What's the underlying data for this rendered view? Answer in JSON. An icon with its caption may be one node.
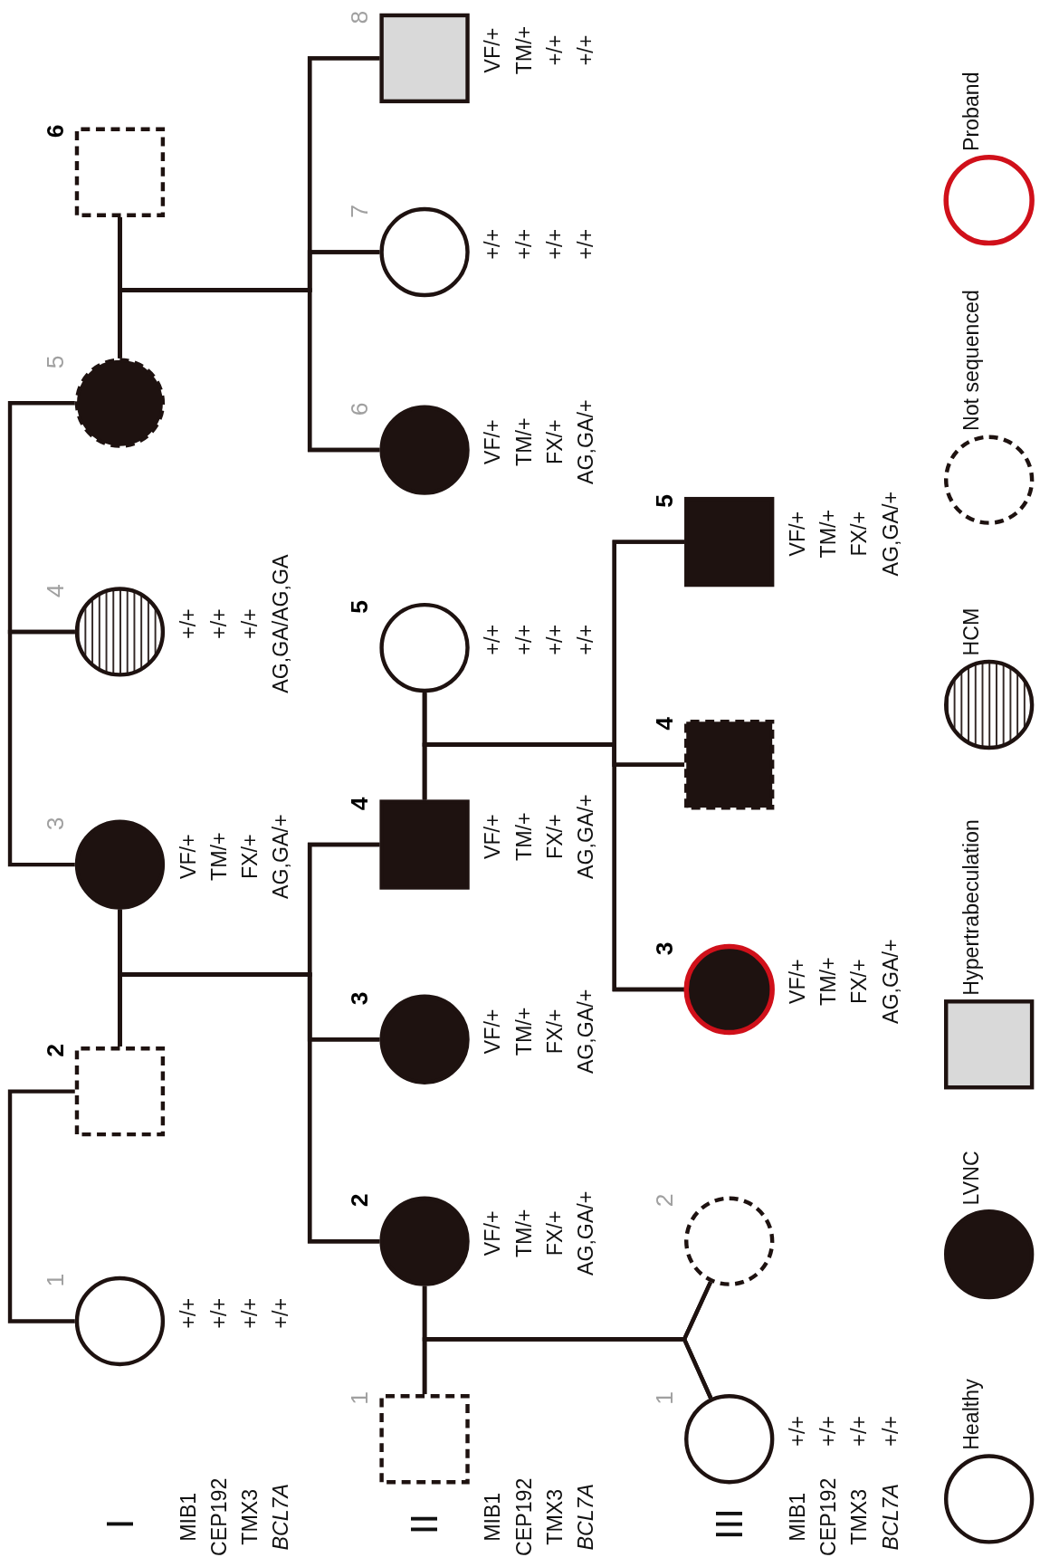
{
  "diagram": {
    "nodes": [
      {
        "text": [
          "1"
        ],
        "beside": [
          "+/+",
          "+/+",
          "+/+",
          "+/+"
        ]
      },
      {
        "text": [
          "2"
        ]
      },
      {
        "text": [
          "3"
        ],
        "beside": [
          "VF/+",
          "TM/+",
          "FX/+",
          "AG,GA/+"
        ]
      },
      {
        "text": [
          "4"
        ],
        "beside": [
          "+/+",
          "+/+",
          "+/+",
          "AG,GA/AG,GA"
        ]
      },
      {
        "text": [
          "5"
        ]
      },
      {
        "text": [
          "6"
        ]
      },
      {
        "text": [
          "1"
        ]
      },
      {
        "text": [
          "2"
        ],
        "beside": [
          "VF/+",
          "TM/+",
          "FX/+",
          "AG,GA/+"
        ]
      },
      {
        "text": [
          "3"
        ],
        "beside": [
          "VF/+",
          "TM/+",
          "FX/+",
          "AG,GA/+"
        ]
      },
      {
        "text": [
          "4"
        ],
        "beside": [
          "VF/+",
          "TM/+",
          "FX/+",
          "AG,GA/+"
        ]
      },
      {
        "text": [
          "5"
        ],
        "beside": [
          "+/+",
          "+/+",
          "+/+",
          "+/+"
        ]
      },
      {
        "text": [
          "6"
        ],
        "beside": [
          "VF/+",
          "TM/+",
          "FX/+",
          "AG,GA/+"
        ]
      },
      {
        "text": [
          "7"
        ],
        "beside": [
          "+/+",
          "+/+",
          "+/+",
          "+/+"
        ]
      },
      {
        "text": [
          "8"
        ],
        "beside": [
          "VF/+",
          "TM/+",
          "+/+",
          "+/+"
        ]
      },
      {
        "text": [
          "1"
        ],
        "beside": [
          "+/+",
          "+/+",
          "+/+",
          "+/+"
        ]
      },
      {
        "text": [
          "2"
        ]
      },
      {
        "text": [
          "3"
        ],
        "beside": [
          "VF/+",
          "TM/+",
          "FX/+",
          "AG,GA/+"
        ]
      },
      {
        "text": [
          "4"
        ]
      },
      {
        "text": [
          "5"
        ],
        "beside": [
          "VF/+",
          "TM/+",
          "FX/+",
          "AG,GA/+"
        ]
      }
    ],
    "edges": [
      {
        "from": 0,
        "to": 1,
        "arrow": "none"
      },
      {
        "from": 1,
        "to": 2,
        "arrow": "none"
      },
      {
        "from": 2,
        "to": 3,
        "arrow": "none"
      },
      {
        "from": 3,
        "to": 4,
        "arrow": "none"
      },
      {
        "from": 4,
        "to": 5,
        "arrow": "none"
      },
      {
        "from": 1,
        "to": 7,
        "arrow": "none"
      },
      {
        "from": 2,
        "to": 7,
        "arrow": "none"
      },
      {
        "from": 1,
        "to": 8,
        "arrow": "none"
      },
      {
        "from": 2,
        "to": 8,
        "arrow": "none"
      },
      {
        "from": 1,
        "to": 9,
        "arrow": "none"
      },
      {
        "from": 2,
        "to": 9,
        "arrow": "none"
      },
      {
        "from": 4,
        "to": 11,
        "arrow": "none"
      },
      {
        "from": 5,
        "to": 11,
        "arrow": "none"
      },
      {
        "from": 4,
        "to": 12,
        "arrow": "none"
      },
      {
        "from": 5,
        "to": 12,
        "arrow": "none"
      },
      {
        "from": 4,
        "to": 13,
        "arrow": "none"
      },
      {
        "from": 5,
        "to": 13,
        "arrow": "none"
      },
      {
        "from": 6,
        "to": 7,
        "arrow": "none"
      },
      {
        "from": 9,
        "to": 10,
        "arrow": "none"
      },
      {
        "from": 6,
        "to": 14,
        "arrow": "none"
      },
      {
        "from": 7,
        "to": 14,
        "arrow": "none"
      },
      {
        "from": 6,
        "to": 15,
        "arrow": "none"
      },
      {
        "from": 7,
        "to": 15,
        "arrow": "none"
      },
      {
        "from": 9,
        "to": 16,
        "arrow": "none"
      },
      {
        "from": 10,
        "to": 16,
        "arrow": "none"
      },
      {
        "from": 9,
        "to": 17,
        "arrow": "none"
      },
      {
        "from": 10,
        "to": 17,
        "arrow": "none"
      },
      {
        "from": 9,
        "to": 18,
        "arrow": "none"
      },
      {
        "from": 10,
        "to": 18,
        "arrow": "none"
      }
    ],
    "labels": [
      "I",
      "MIB1",
      "CEP192",
      "TMX3",
      "BCL7A",
      "II",
      "MIB1",
      "CEP192",
      "TMX3",
      "BCL7A",
      "III",
      "MIB1",
      "CEP192",
      "TMX3",
      "BCL7A"
    ],
    "legend": [
      {
        "text": "Healthy"
      },
      {
        "text": "LVNC"
      },
      {
        "text": "Hypertrabeculation"
      },
      {
        "text": "HCM"
      },
      {
        "text": "Not sequenced"
      },
      {
        "text": "Proband"
      }
    ]
  }
}
